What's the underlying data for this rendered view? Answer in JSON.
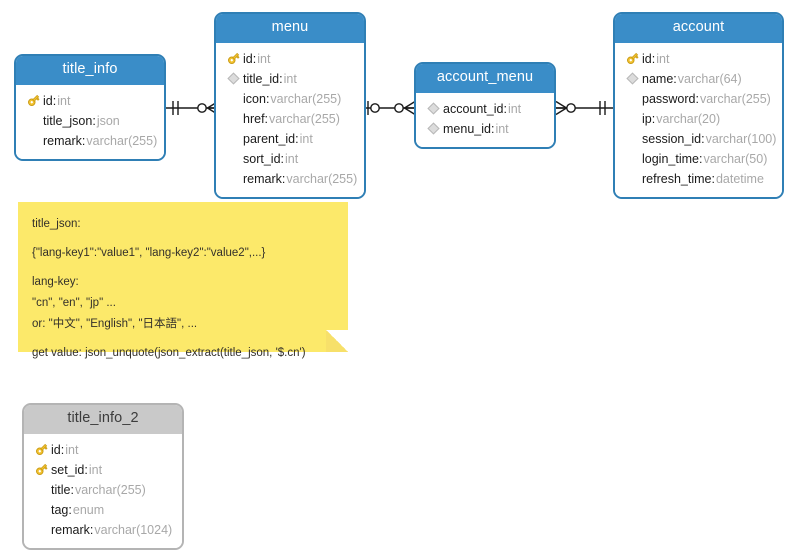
{
  "diagram": {
    "type": "entity-relationship-diagram",
    "notation": "crows-foot",
    "background": "#ffffff",
    "colors": {
      "header_blue": "#3a8dc8",
      "border_blue": "#2f7fb5",
      "header_gray": "#c9c9c9",
      "border_gray": "#b4b4b4",
      "note_yellow": "#fce96a",
      "key_icon": "#f2c230",
      "diamond_icon": "#cfcfcf",
      "type_text": "#a8a8a8",
      "name_text": "#1a1a1a"
    }
  },
  "entities": {
    "title_info": {
      "name": "title_info",
      "style": "blue",
      "fields": [
        {
          "marker": "key-icon",
          "name": "id",
          "type": "int"
        },
        {
          "marker": "none",
          "name": "title_json",
          "type": "json"
        },
        {
          "marker": "none",
          "name": "remark",
          "type": "varchar(255)"
        }
      ]
    },
    "menu": {
      "name": "menu",
      "style": "blue",
      "fields": [
        {
          "marker": "key-icon",
          "name": "id",
          "type": "int"
        },
        {
          "marker": "diamond-icon",
          "name": "title_id",
          "type": "int"
        },
        {
          "marker": "none",
          "name": "icon",
          "type": "varchar(255)"
        },
        {
          "marker": "none",
          "name": "href",
          "type": "varchar(255)"
        },
        {
          "marker": "none",
          "name": "parent_id",
          "type": "int"
        },
        {
          "marker": "none",
          "name": "sort_id",
          "type": "int"
        },
        {
          "marker": "none",
          "name": "remark",
          "type": "varchar(255)"
        }
      ]
    },
    "account_menu": {
      "name": "account_menu",
      "style": "blue",
      "fields": [
        {
          "marker": "diamond-icon",
          "name": "account_id",
          "type": "int"
        },
        {
          "marker": "diamond-icon",
          "name": "menu_id",
          "type": "int"
        }
      ]
    },
    "account": {
      "name": "account",
      "style": "blue",
      "fields": [
        {
          "marker": "key-icon",
          "name": "id",
          "type": "int"
        },
        {
          "marker": "diamond-icon",
          "name": "name",
          "type": "varchar(64)"
        },
        {
          "marker": "none",
          "name": "password",
          "type": "varchar(255)"
        },
        {
          "marker": "none",
          "name": "ip",
          "type": "varchar(20)"
        },
        {
          "marker": "none",
          "name": "session_id",
          "type": "varchar(100)"
        },
        {
          "marker": "none",
          "name": "login_time",
          "type": "varchar(50)"
        },
        {
          "marker": "none",
          "name": "refresh_time",
          "type": "datetime"
        }
      ]
    },
    "title_info_2": {
      "name": "title_info_2",
      "style": "gray",
      "fields": [
        {
          "marker": "key-icon",
          "name": "id",
          "type": "int"
        },
        {
          "marker": "key-icon",
          "name": "set_id",
          "type": "int"
        },
        {
          "marker": "none",
          "name": "title",
          "type": "varchar(255)"
        },
        {
          "marker": "none",
          "name": "tag",
          "type": "enum"
        },
        {
          "marker": "none",
          "name": "remark",
          "type": "varchar(1024)"
        }
      ]
    }
  },
  "relationships": [
    {
      "from": "title_info",
      "to": "menu",
      "from_cardinality": "one-and-only-one",
      "to_cardinality": "zero-or-many"
    },
    {
      "from": "menu",
      "to": "account_menu",
      "from_cardinality": "zero-or-one",
      "to_cardinality": "zero-or-many"
    },
    {
      "from": "account_menu",
      "to": "account",
      "from_cardinality": "zero-or-many",
      "to_cardinality": "one-and-only-one"
    }
  ],
  "note": {
    "lines": [
      "title_json:",
      "{\"lang-key1\":\"value1\", \"lang-key2\":\"value2\",...}",
      "lang-key:",
      "\"cn\", \"en\", \"jp\" ...",
      "or: \"中文\", \"English\", \"日本語\", ...",
      "get value: json_unquote(json_extract(title_json, '$.cn')"
    ]
  }
}
